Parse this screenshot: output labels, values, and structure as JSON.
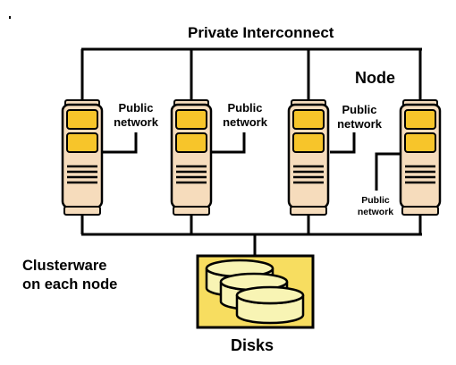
{
  "diagram": {
    "interconnect_label": "Private Interconnect",
    "node_label": "Node",
    "clusterware_label": "Clusterware\non each node",
    "disks_label": "Disks",
    "nodes": [
      {
        "public_label": "Public\nnetwork"
      },
      {
        "public_label": "Public\nnetwork"
      },
      {
        "public_label": "Public\nnetwork"
      },
      {
        "public_label": "Public\nnetwork"
      }
    ],
    "colors": {
      "node_body": "#f6dcbc",
      "node_stroke": "#000000",
      "drive_bay": "#f7c52a",
      "disk_box_fill": "#f7dd60",
      "disk_platter": "#f8f4b4",
      "lines": "#000000"
    }
  }
}
